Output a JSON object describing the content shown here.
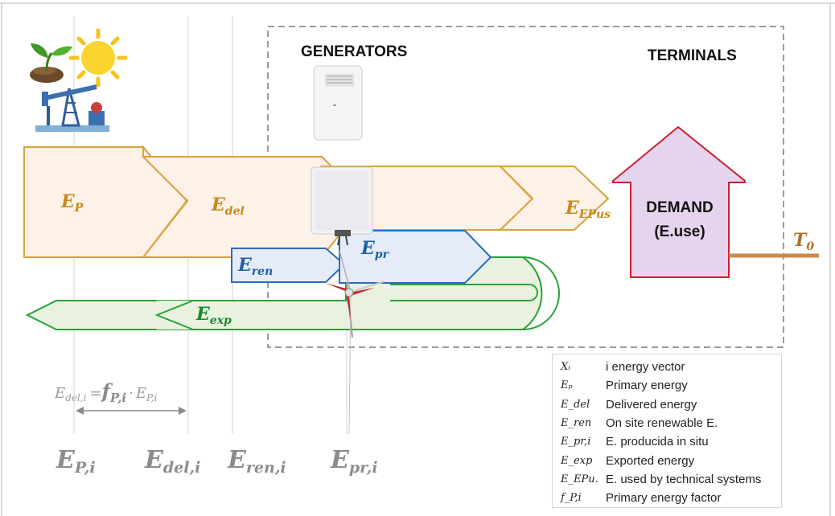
{
  "sections": {
    "generators": "GENERATORS",
    "terminals": "TERMINALS"
  },
  "flows": {
    "ep": {
      "base": "E",
      "sub": "P"
    },
    "edel": {
      "base": "E",
      "sub": "del"
    },
    "eepus": {
      "base": "E",
      "sub": "EPus"
    },
    "eren": {
      "base": "E",
      "sub": "ren"
    },
    "epr": {
      "base": "E",
      "sub": "pr"
    },
    "eexp": {
      "base": "E",
      "sub": "exp"
    }
  },
  "demand": {
    "line1": "DEMAND",
    "line2": "(E.use)"
  },
  "ambient": {
    "base": "T",
    "sub": "0"
  },
  "formula": {
    "lhs_base": "E",
    "lhs_sub": "del,i",
    "eq": "=",
    "factor_base": "f",
    "factor_sub": "P,i",
    "dot": "·",
    "rhs_base": "E",
    "rhs_sub": "P,i"
  },
  "axis_labels": [
    {
      "base": "E",
      "sub": "P,i"
    },
    {
      "base": "E",
      "sub": "del,i"
    },
    {
      "base": "E",
      "sub": "ren,i"
    },
    {
      "base": "E",
      "sub": "pr,i"
    }
  ],
  "legend": [
    {
      "symbol": "Xᵢ",
      "text": "i energy vector"
    },
    {
      "symbol": "Eₚ",
      "text": "Primary energy"
    },
    {
      "symbol": "E_del",
      "text": "Delivered energy"
    },
    {
      "symbol": "E_ren",
      "text": "On site renewable E."
    },
    {
      "symbol": "E_pr,i",
      "text": "E. producida in situ"
    },
    {
      "symbol": "E_exp",
      "text": "Exported energy"
    },
    {
      "symbol": "E_EPu.",
      "text": "E. used by technical systems"
    },
    {
      "symbol": "f_P,i",
      "text": "Primary energy factor"
    }
  ],
  "colors": {
    "orange": "#d9a23a",
    "orange_fill": "#fdf1e8",
    "blue": "#2a6cc0",
    "blue_fill": "#e6ecf7",
    "green": "#26a338",
    "green_fill": "#e8f2df",
    "demand_border": "#cc1f2e",
    "demand_fill": "#e6d3ee",
    "ambient_line": "#c98a4a"
  },
  "icons": [
    "plant-icon",
    "sun-icon",
    "oil-pump-icon",
    "portable-ac-icon",
    "water-heater-icon",
    "wind-turbine-icon"
  ]
}
